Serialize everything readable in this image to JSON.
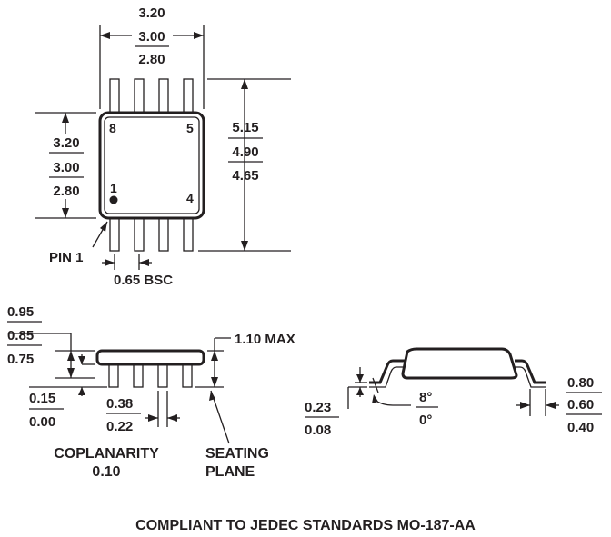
{
  "top_view": {
    "width_max": "3.20",
    "width_nom": "3.00",
    "width_min": "2.80",
    "height_max": "3.20",
    "height_nom": "3.00",
    "height_min": "2.80",
    "overall_max": "5.15",
    "overall_nom": "4.90",
    "overall_min": "4.65",
    "pin_8": "8",
    "pin_5": "5",
    "pin_1": "1",
    "pin_4": "4",
    "pin1_label": "PIN 1",
    "pitch": "0.65 BSC"
  },
  "side_view": {
    "body_max": "0.95",
    "body_nom": "0.85",
    "body_min": "0.75",
    "standoff_max": "0.15",
    "standoff_min": "0.00",
    "lead_w_max": "0.38",
    "lead_w_min": "0.22",
    "total_height": "1.10 MAX",
    "coplanarity_label": "COPLANARITY",
    "coplanarity_value": "0.10",
    "seating_label_1": "SEATING",
    "seating_label_2": "PLANE"
  },
  "end_view": {
    "thickness_max": "0.23",
    "thickness_min": "0.08",
    "angle_max": "8°",
    "angle_min": "0°",
    "foot_max": "0.80",
    "foot_nom": "0.60",
    "foot_min": "0.40"
  },
  "footer": {
    "compliance": "COMPLIANT TO JEDEC STANDARDS MO-187-AA"
  }
}
